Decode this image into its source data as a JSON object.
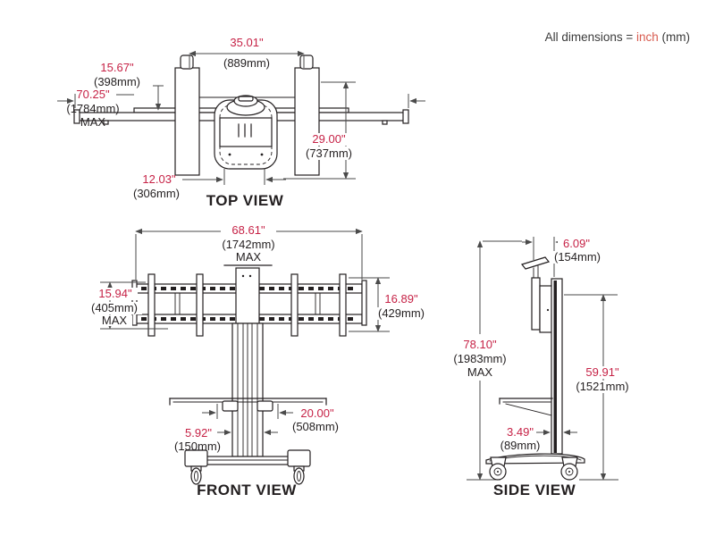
{
  "header": {
    "prefix": "All dimensions = ",
    "unit_word": "inch",
    "suffix": " (mm)"
  },
  "colors": {
    "dimension_red": "#c62246",
    "unit_red": "#d85c50",
    "ink": "#231f20"
  },
  "views": {
    "top": {
      "label": "TOP VIEW",
      "dims": {
        "post_spacing": {
          "in": "35.01\"",
          "mm": "(889mm)"
        },
        "end_offset": {
          "in": "15.67\"",
          "mm": "(398mm)"
        },
        "overall_width": {
          "in": "70.25\"",
          "mm": "(1784mm)",
          "note": "MAX"
        },
        "depth": {
          "in": "29.00\"",
          "mm": "(737mm)"
        },
        "base_width": {
          "in": "12.03\"",
          "mm": "(306mm)"
        }
      }
    },
    "front": {
      "label": "FRONT VIEW",
      "dims": {
        "overall_width": {
          "in": "68.61\"",
          "mm": "(1742mm)",
          "note": "MAX"
        },
        "left_height": {
          "in": "15.94\"",
          "mm": "(405mm)",
          "note": "MAX"
        },
        "right_height": {
          "in": "16.89\"",
          "mm": "(429mm)"
        },
        "shelf_span": {
          "in": "20.00\"",
          "mm": "(508mm)"
        },
        "column_width": {
          "in": "5.92\"",
          "mm": "(150mm)"
        }
      }
    },
    "side": {
      "label": "SIDE VIEW",
      "dims": {
        "tray_depth": {
          "in": "6.09\"",
          "mm": "(154mm)"
        },
        "overall_height": {
          "in": "78.10\"",
          "mm": "(1983mm)",
          "note": "MAX"
        },
        "column_height": {
          "in": "59.91\"",
          "mm": "(1521mm)"
        },
        "column_depth": {
          "in": "3.49\"",
          "mm": "(89mm)"
        }
      }
    }
  }
}
